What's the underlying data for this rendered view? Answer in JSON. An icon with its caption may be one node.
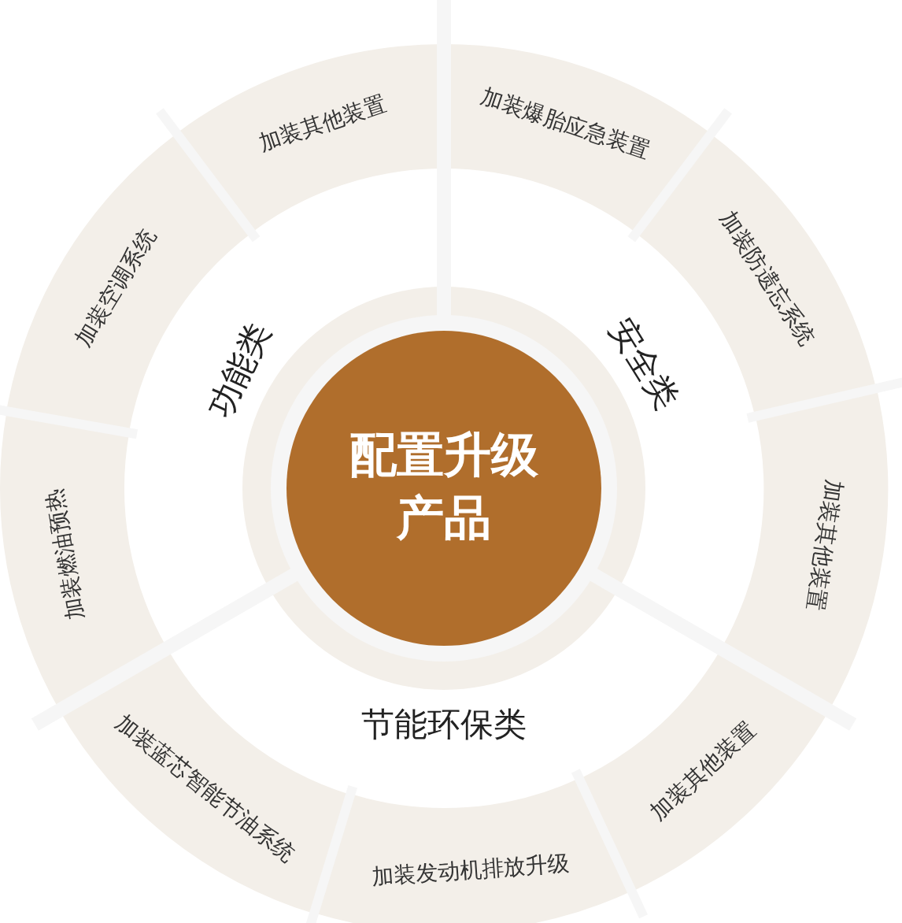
{
  "diagram": {
    "nodes": [
      {
        "text": [
          "配置升级产品"
        ]
      },
      {
        "text": [
          "功能类"
        ]
      },
      {
        "text": [
          "安全类"
        ]
      },
      {
        "text": [
          "节能环保类"
        ]
      },
      {
        "text": [
          "加装其他装置"
        ]
      },
      {
        "text": [
          "加装爆胎应急装置"
        ]
      },
      {
        "text": [
          "加装空调系统"
        ]
      },
      {
        "text": [
          "加装防遗忘系统"
        ]
      },
      {
        "text": [
          "加装燃油预热"
        ]
      },
      {
        "text": [
          "加装其他装置"
        ]
      },
      {
        "text": [
          "加装蓝芯智能节油系统"
        ]
      },
      {
        "text": [
          "加装发动机排放升级"
        ]
      },
      {
        "text": [
          "加装其他装置"
        ]
      }
    ]
  }
}
